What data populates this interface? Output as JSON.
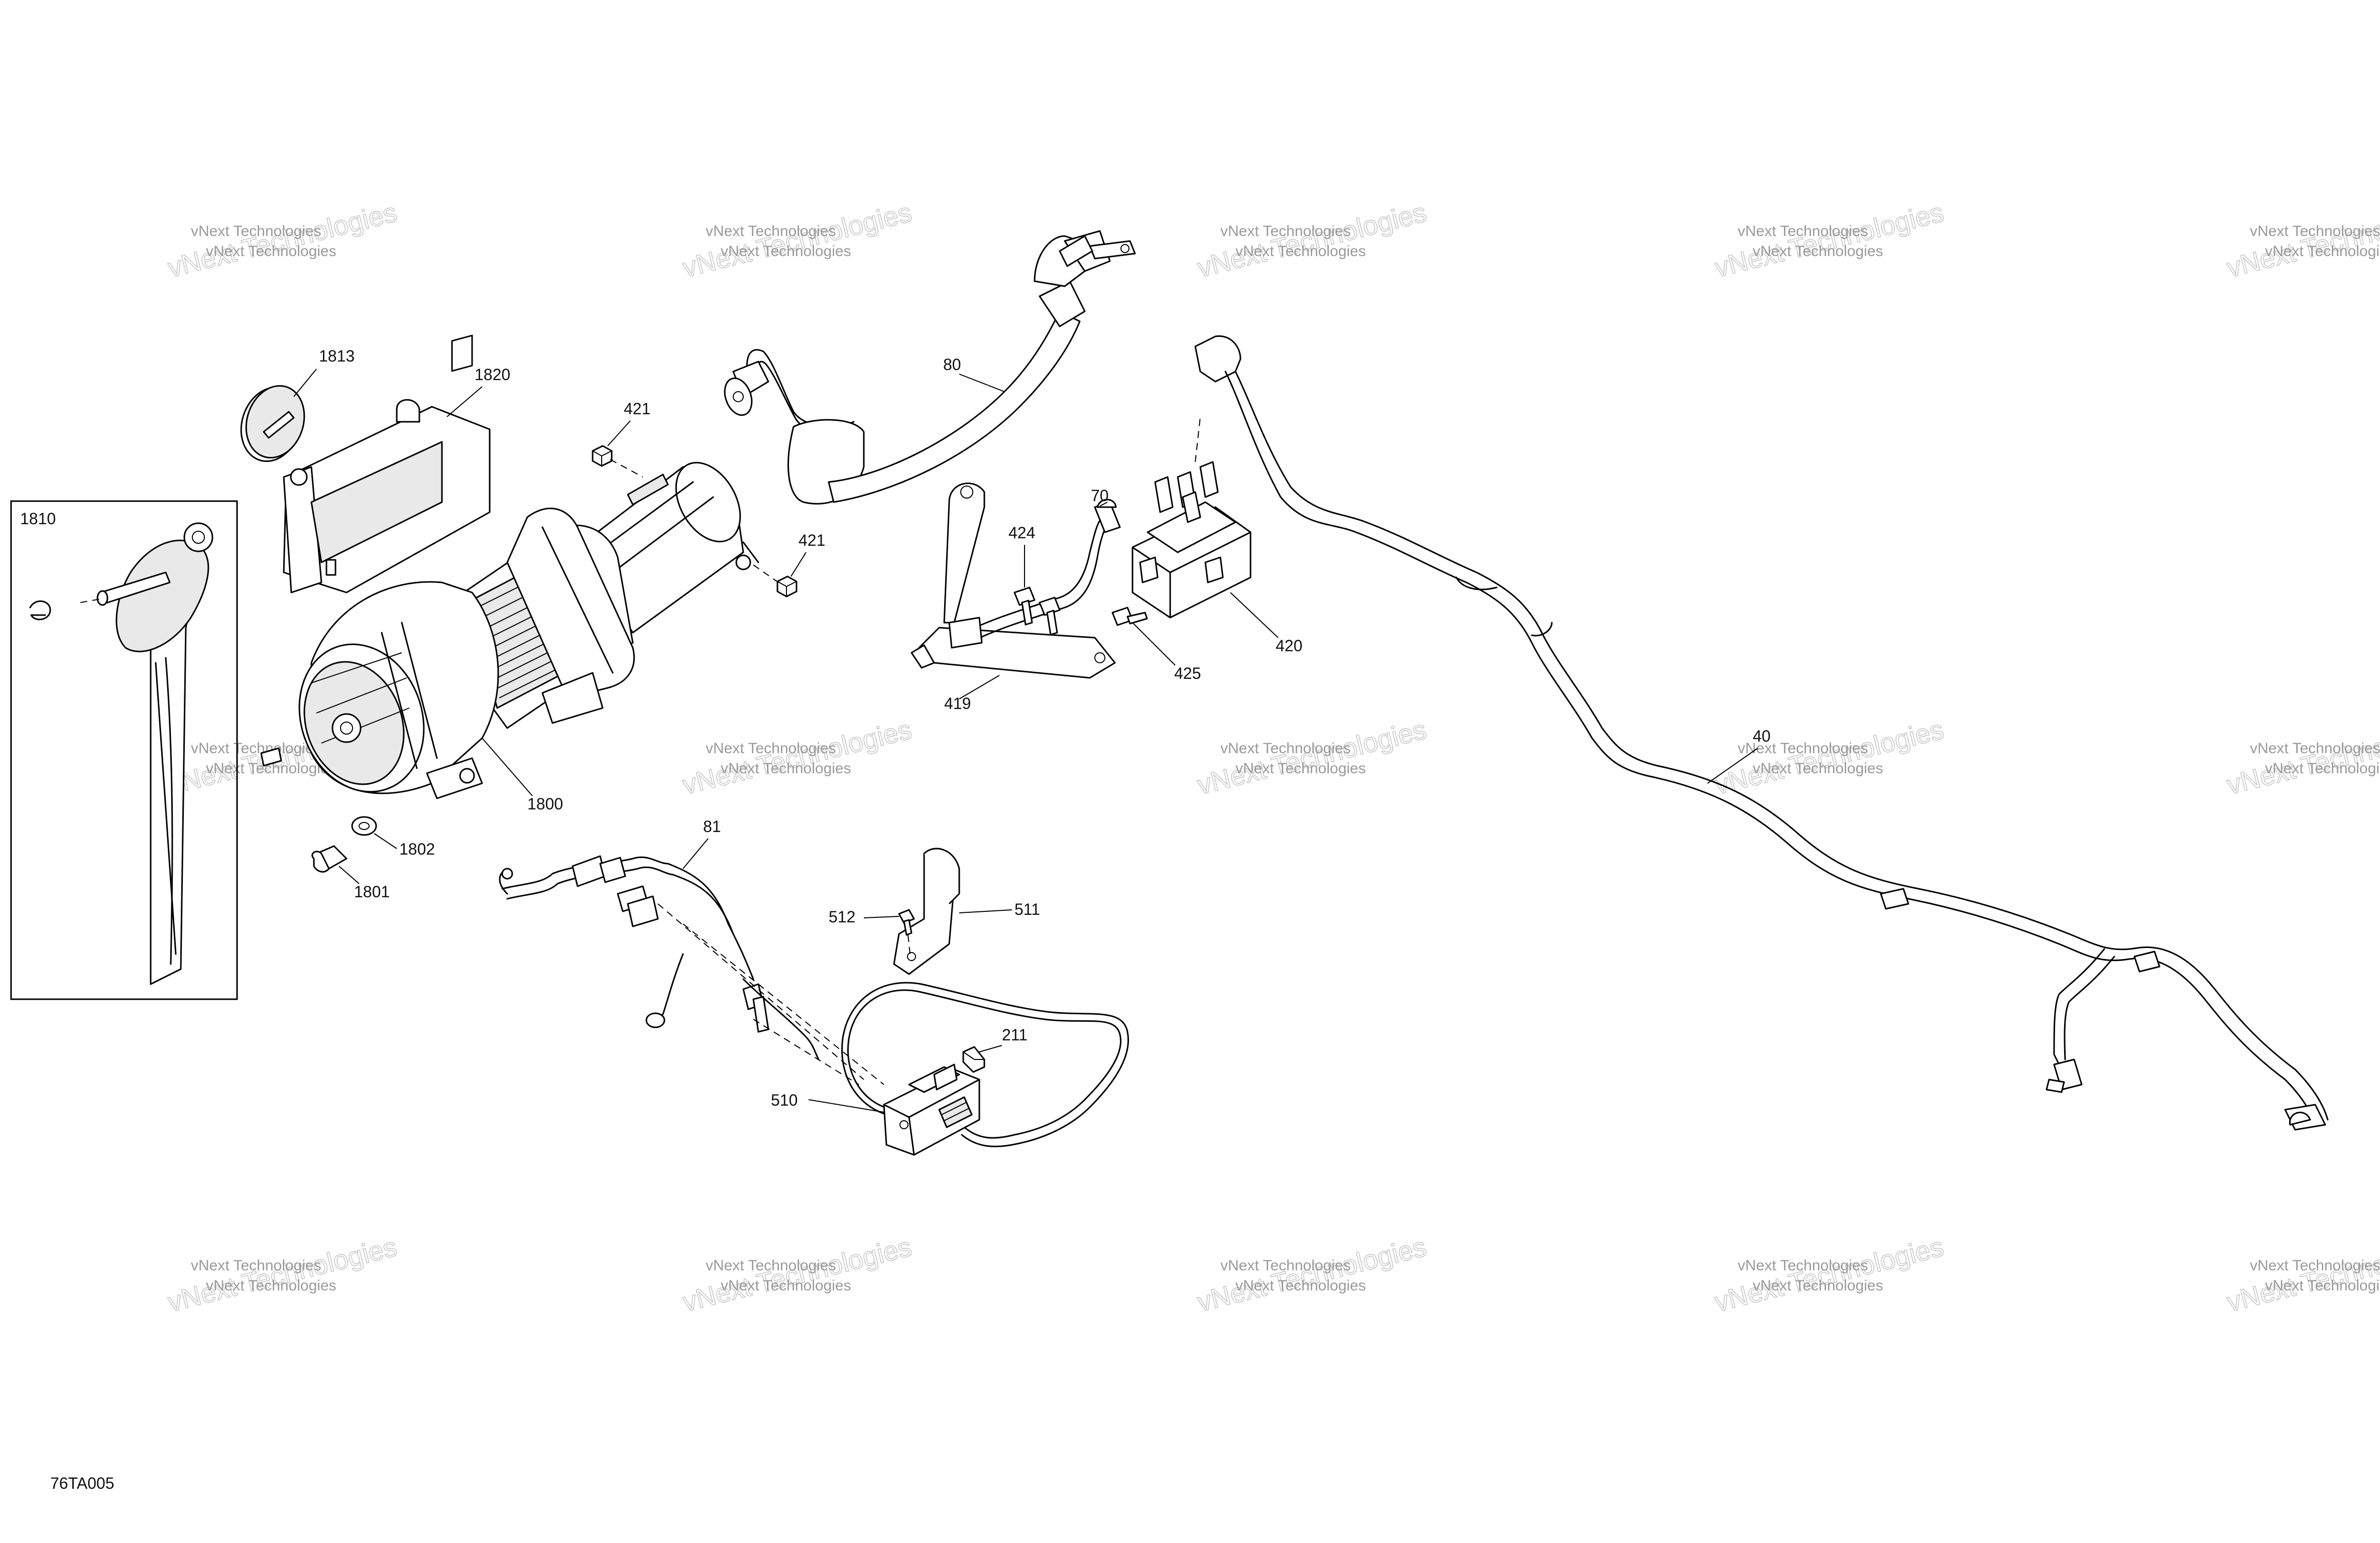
{
  "diagram_code": "76TA005",
  "watermark": {
    "line1": "vNext Technologies",
    "line2": "vNext Technologies"
  },
  "part_labels": {
    "p1813": "1813",
    "p1820": "1820",
    "p1810": "1810",
    "p421a": "421",
    "p421b": "421",
    "p80": "80",
    "p424": "424",
    "p70": "70",
    "p420": "420",
    "p425": "425",
    "p419": "419",
    "p40": "40",
    "p1800": "1800",
    "p1802": "1802",
    "p1801": "1801",
    "p81": "81",
    "p512": "512",
    "p511": "511",
    "p211": "211",
    "p510": "510"
  }
}
